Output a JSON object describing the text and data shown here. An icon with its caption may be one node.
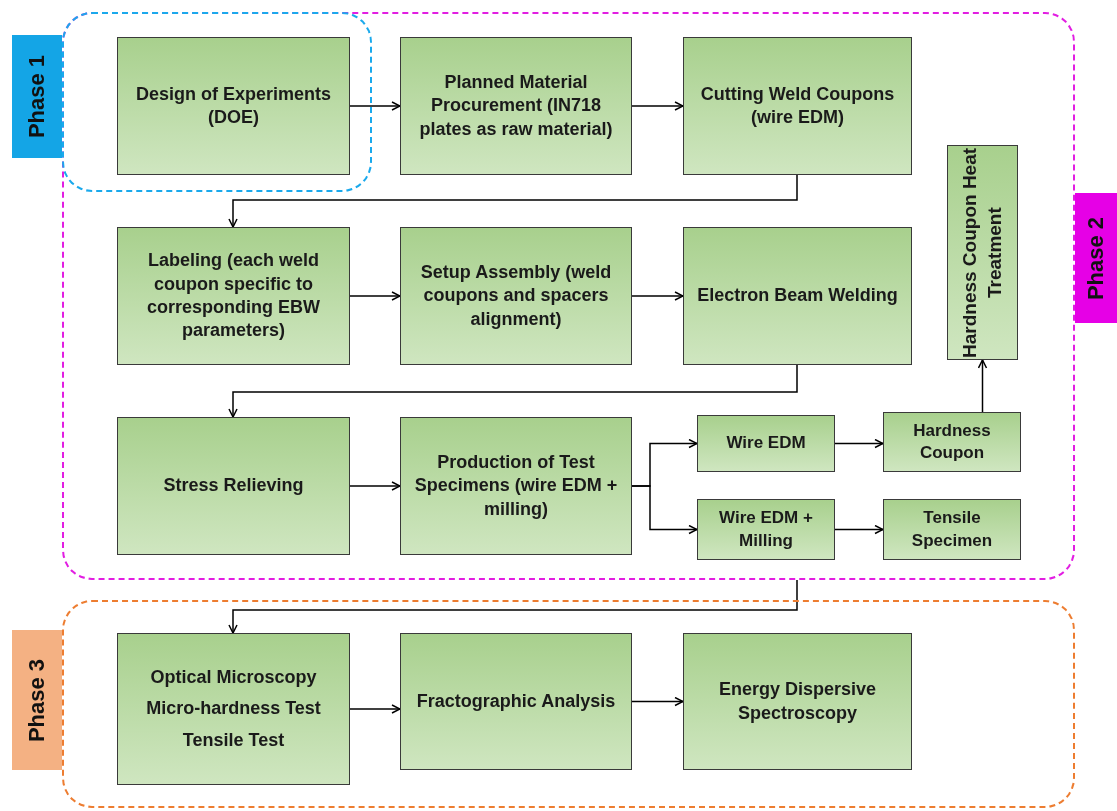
{
  "diagram": {
    "nodes": [
      {
        "text": [
          "Phase 1"
        ],
        "in": 1
      },
      {
        "text": [
          "Phase 2"
        ]
      },
      {
        "text": [
          "Phase 3"
        ]
      },
      {
        "text": [
          "Design of Experiments (DOE)"
        ],
        "in": 0
      },
      {
        "text": [
          "Planned Material Procurement (IN718 plates as raw material)"
        ],
        "in": 1
      },
      {
        "text": [
          "Cutting Weld Coupons (wire EDM)"
        ],
        "in": 1
      },
      {
        "text": [
          "Labeling (each weld coupon specific to corresponding EBW parameters)"
        ],
        "in": 1
      },
      {
        "text": [
          "Setup Assembly (weld coupons and spacers alignment)"
        ],
        "in": 1
      },
      {
        "text": [
          "Electron Beam Welding"
        ],
        "in": 1
      },
      {
        "text": [
          "Hardness Coupon Heat Treatment"
        ],
        "in": 1
      },
      {
        "text": [
          "Stress Relieving"
        ],
        "in": 1
      },
      {
        "text": [
          "Production of Test Specimens (wire EDM + milling)"
        ],
        "in": 1
      },
      {
        "text": [
          "Wire EDM"
        ],
        "in": 1
      },
      {
        "text": [
          "Hardness Coupon"
        ],
        "in": 1
      },
      {
        "text": [
          "Wire EDM + Milling"
        ],
        "in": 1
      },
      {
        "text": [
          "Tensile Specimen"
        ],
        "in": 1
      },
      {
        "text": [
          "Optical Microscopy",
          "Micro-hardness Test",
          "Tensile Test"
        ],
        "in": 2
      },
      {
        "text": [
          "Fractographic Analysis"
        ],
        "in": 2
      },
      {
        "text": [
          "Energy Dispersive Spectroscopy"
        ],
        "in": 2
      }
    ],
    "edges": [
      {
        "from": 3,
        "to": 4,
        "arrow": "to"
      },
      {
        "from": 4,
        "to": 5,
        "arrow": "to"
      },
      {
        "from": 5,
        "to": 6,
        "arrow": "to"
      },
      {
        "from": 6,
        "to": 7,
        "arrow": "to"
      },
      {
        "from": 7,
        "to": 8,
        "arrow": "to"
      },
      {
        "from": 8,
        "to": 10,
        "arrow": "to"
      },
      {
        "from": 10,
        "to": 11,
        "arrow": "to"
      },
      {
        "from": 11,
        "to": 12,
        "arrow": "to"
      },
      {
        "from": 11,
        "to": 14,
        "arrow": "to"
      },
      {
        "from": 12,
        "to": 13,
        "arrow": "to"
      },
      {
        "from": 14,
        "to": 15,
        "arrow": "to"
      },
      {
        "from": 13,
        "to": 9,
        "arrow": "to"
      },
      {
        "from": 1,
        "to": 16,
        "arrow": "to"
      },
      {
        "from": 16,
        "to": 17,
        "arrow": "to"
      },
      {
        "from": 17,
        "to": 18,
        "arrow": "to"
      }
    ]
  }
}
